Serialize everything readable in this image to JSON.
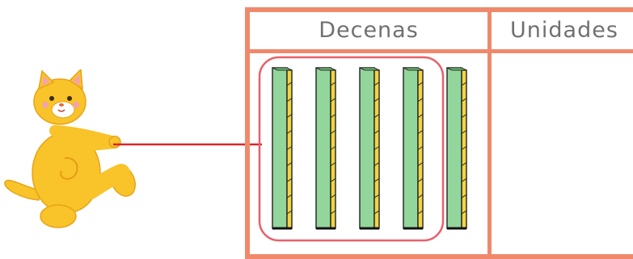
{
  "table": {
    "columns": [
      "Decenas",
      "Unidades"
    ]
  },
  "decenas": {
    "rod_count": 5,
    "grouped_rod_count": 4
  },
  "unidades": {
    "cube_count": 0
  },
  "colors": {
    "border": "#f0896b",
    "group_outline": "#e8606a",
    "rope": "#d7262c",
    "rod_face": "#93d69b",
    "rod_side": "#f2d53f",
    "cat_body": "#f9c32a"
  }
}
